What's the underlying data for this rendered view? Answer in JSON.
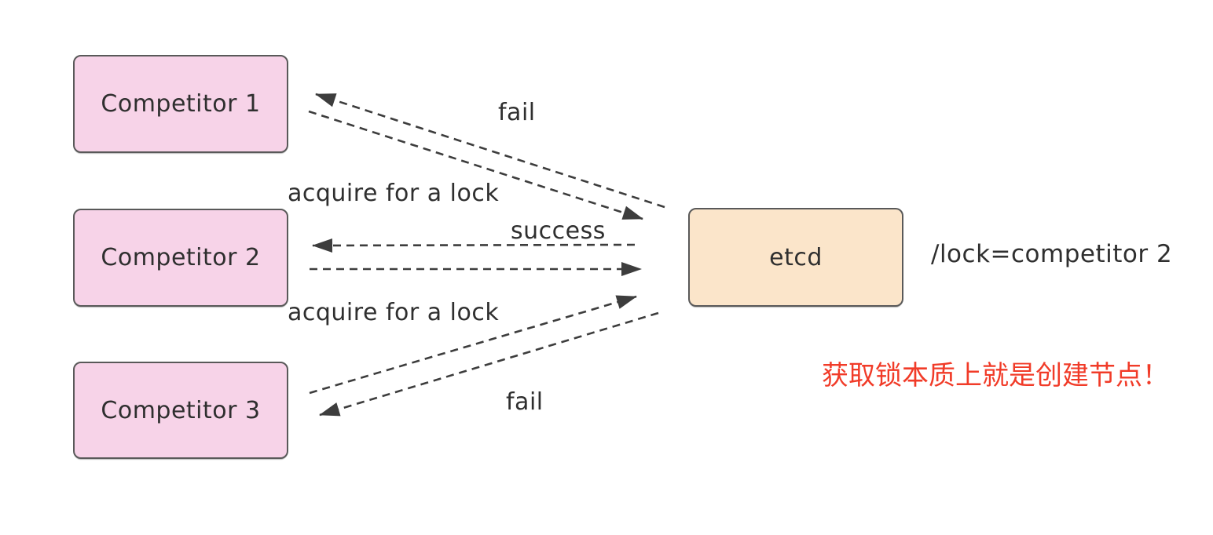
{
  "nodes": {
    "competitor1": {
      "label": "Competitor 1"
    },
    "competitor2": {
      "label": "Competitor 2"
    },
    "competitor3": {
      "label": "Competitor 3"
    },
    "etcd": {
      "label": "etcd"
    }
  },
  "edge_labels": {
    "fail_top": "fail",
    "acquire_top": "acquire for a lock",
    "success_mid": "success",
    "acquire_mid": "acquire for a lock",
    "fail_bottom": "fail"
  },
  "annotations": {
    "lock_key": "/lock=competitor 2",
    "note": "获取锁本质上就是创建节点！"
  },
  "colors": {
    "competitor_fill": "#f7d3e8",
    "etcd_fill": "#fbe5ca",
    "node_border": "#595959",
    "arrow": "#3d3d3d",
    "text": "#2f2f2f",
    "note": "#f13b28",
    "background": "#ffffff"
  }
}
